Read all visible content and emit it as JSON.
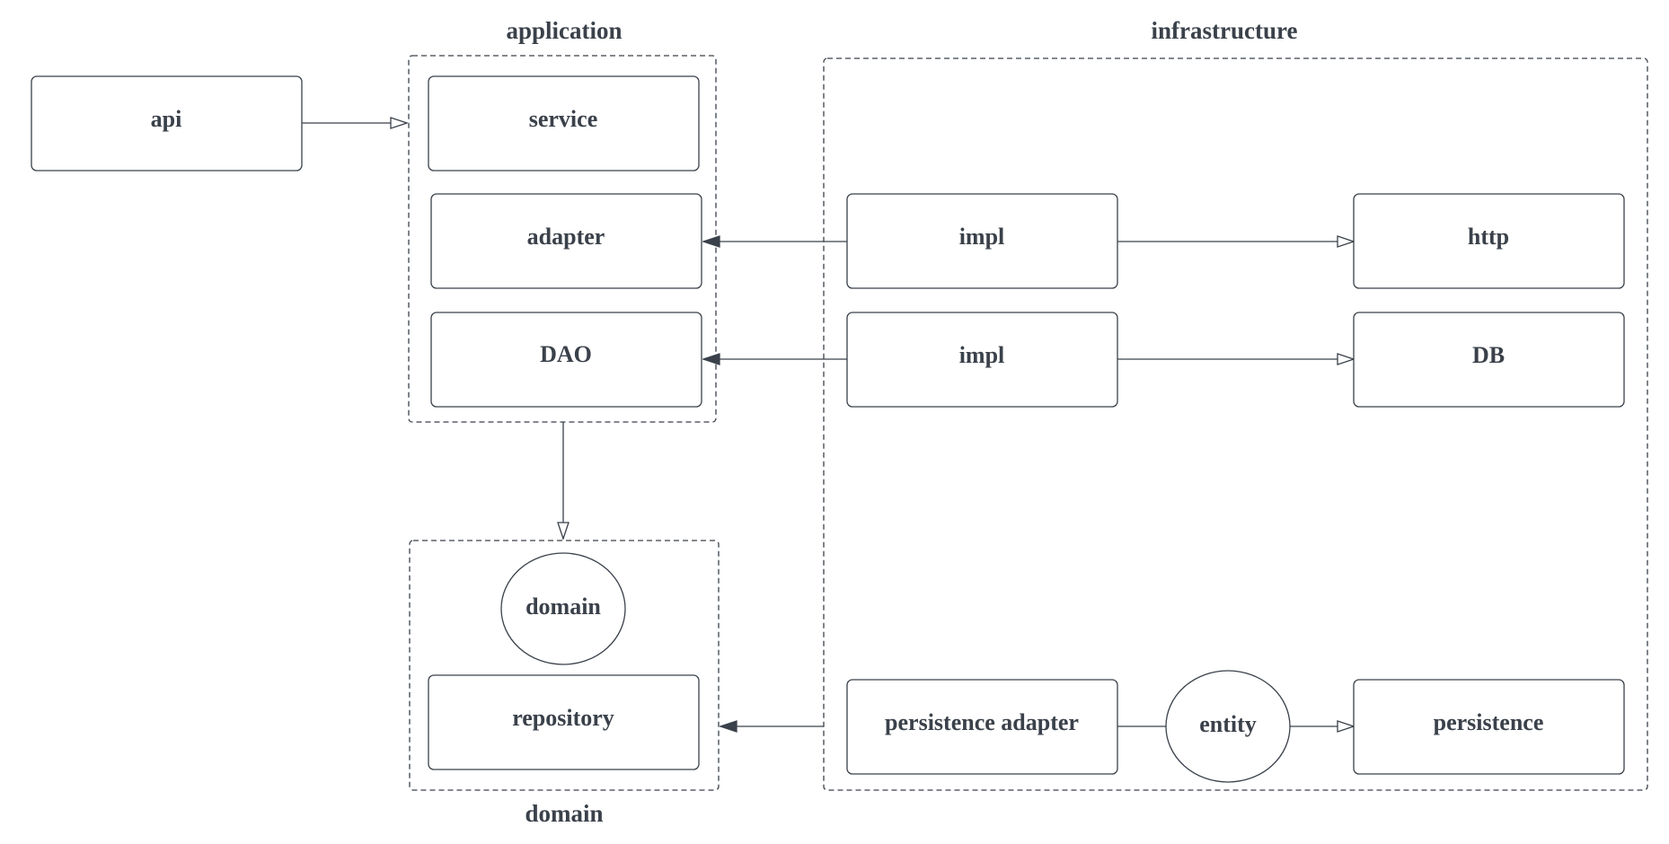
{
  "groups": {
    "application": "application",
    "infrastructure": "infrastructure",
    "domain": "domain"
  },
  "nodes": {
    "api": "api",
    "service": "service",
    "adapter": "adapter",
    "dao": "DAO",
    "impl_http": "impl",
    "http": "http",
    "impl_db": "impl",
    "db": "DB",
    "domain": "domain",
    "repository": "repository",
    "persistence_adapter": "persistence adapter",
    "entity": "entity",
    "persistence": "persistence"
  },
  "colors": {
    "stroke": "#3a414a",
    "text": "#3a414a",
    "background": "#ffffff"
  }
}
